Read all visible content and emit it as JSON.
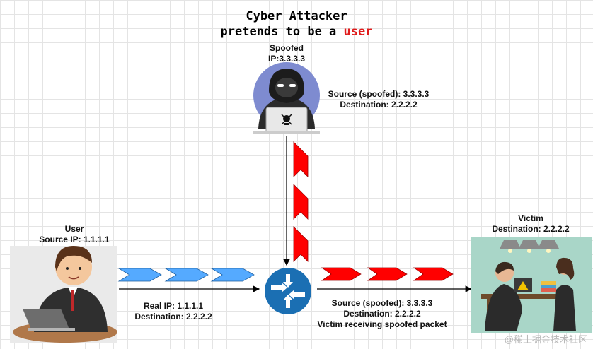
{
  "title": {
    "line1": "Cyber Attacker",
    "line2_prefix": "pretends to be a",
    "line2_accent": "user"
  },
  "attacker": {
    "label_line1": "Spoofed",
    "label_line2": "IP:3.3.3.3",
    "packet_line1": "Source (spoofed): 3.3.3.3",
    "packet_line2": "Destination: 2.2.2.2"
  },
  "user": {
    "label_line1": "User",
    "label_line2": "Source IP: 1.1.1.1",
    "packet_line1": "Real IP: 1.1.1.1",
    "packet_line2": "Destination: 2.2.2.2"
  },
  "victim": {
    "label_line1": "Victim",
    "label_line2": "Destination: 2.2.2.2",
    "packet_line1": "Source (spoofed): 3.3.3.3",
    "packet_line2": "Destination: 2.2.2.2",
    "packet_line3": "Victim receiving spoofed packet"
  },
  "watermark": "@稀土掘金技术社区",
  "colors": {
    "spoof_arrow": "#ff0000",
    "legit_arrow": "#55aaff",
    "router": "#1b6fb3",
    "title_accent": "#e01b1b"
  },
  "icons": {
    "router": "router-icon",
    "attacker": "hacker-icon",
    "user": "user-laptop-icon",
    "victim": "victim-office-icon"
  }
}
